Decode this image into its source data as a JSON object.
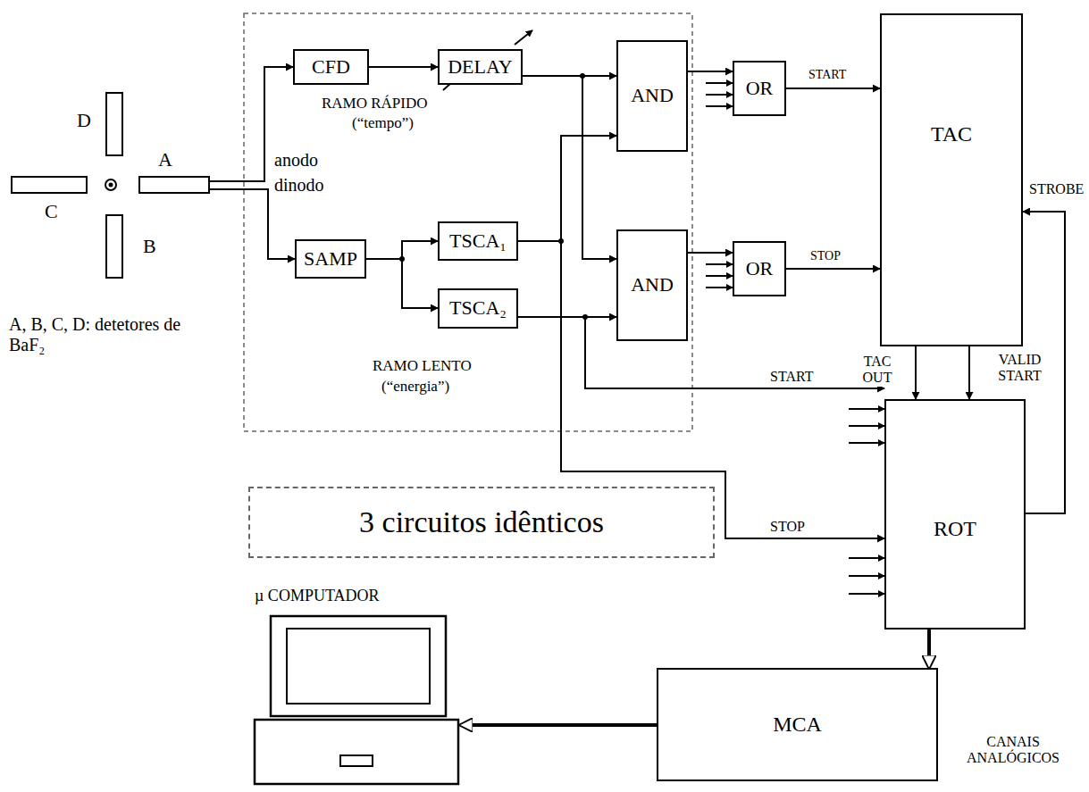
{
  "diagram": {
    "nodes": [
      {
        "text": [
          "D"
        ]
      },
      {
        "text": [
          "C"
        ]
      },
      {
        "text": [
          "A"
        ]
      },
      {
        "text": [
          "B"
        ]
      },
      {
        "text": [
          "CFD"
        ]
      },
      {
        "text": [
          "DELAY"
        ]
      },
      {
        "text": [
          "AND"
        ]
      },
      {
        "text": [
          "OR"
        ]
      },
      {
        "text": [
          "TAC"
        ]
      },
      {
        "text": [
          "SAMP"
        ]
      },
      {
        "text": [
          "TSCA₁"
        ]
      },
      {
        "text": [
          "TSCA₂"
        ]
      },
      {
        "text": [
          "AND"
        ]
      },
      {
        "text": [
          "OR"
        ]
      },
      {
        "text": [
          "ROT"
        ]
      },
      {
        "text": [
          "MCA"
        ]
      },
      {
        "text": [
          "µ COMPUTADOR"
        ]
      },
      {
        "text": [
          "3 circuitos idênticos"
        ]
      }
    ],
    "edges": [
      {
        "from": 2,
        "to": 4,
        "arrow": "to",
        "label": "anodo"
      },
      {
        "from": 2,
        "to": 9,
        "arrow": "to",
        "label": "dinodo"
      },
      {
        "from": 4,
        "to": 5,
        "arrow": "to"
      },
      {
        "from": 5,
        "to": 6,
        "arrow": "to"
      },
      {
        "from": 5,
        "to": 12,
        "arrow": "to"
      },
      {
        "from": 9,
        "to": 10,
        "arrow": "to"
      },
      {
        "from": 9,
        "to": 11,
        "arrow": "to"
      },
      {
        "from": 10,
        "to": 6,
        "arrow": "to"
      },
      {
        "from": 11,
        "to": 12,
        "arrow": "to"
      },
      {
        "from": 6,
        "to": 7,
        "arrow": "to"
      },
      {
        "from": 12,
        "to": 13,
        "arrow": "to"
      },
      {
        "from": 7,
        "to": 8,
        "arrow": "to",
        "label": "START"
      },
      {
        "from": 13,
        "to": 8,
        "arrow": "to",
        "label": "STOP"
      },
      {
        "from": 11,
        "to": 14,
        "arrow": "to",
        "label": "START"
      },
      {
        "from": 10,
        "to": 14,
        "arrow": "to",
        "label": "STOP"
      },
      {
        "from": 8,
        "to": 14,
        "arrow": "to",
        "label": "TAC OUT"
      },
      {
        "from": 8,
        "to": 14,
        "arrow": "to",
        "label": "VALID START"
      },
      {
        "from": 14,
        "to": 8,
        "arrow": "to",
        "label": "STROBE"
      },
      {
        "from": 14,
        "to": 15,
        "arrow": "to"
      },
      {
        "from": 15,
        "to": 16,
        "arrow": "to"
      }
    ],
    "labels": [
      "RAMO RÁPIDO",
      "(“tempo”)",
      "RAMO LENTO",
      "(“energia”)",
      "A, B, C, D: detetores de BaF₂",
      "CANAIS ANALÓGICOS"
    ]
  }
}
